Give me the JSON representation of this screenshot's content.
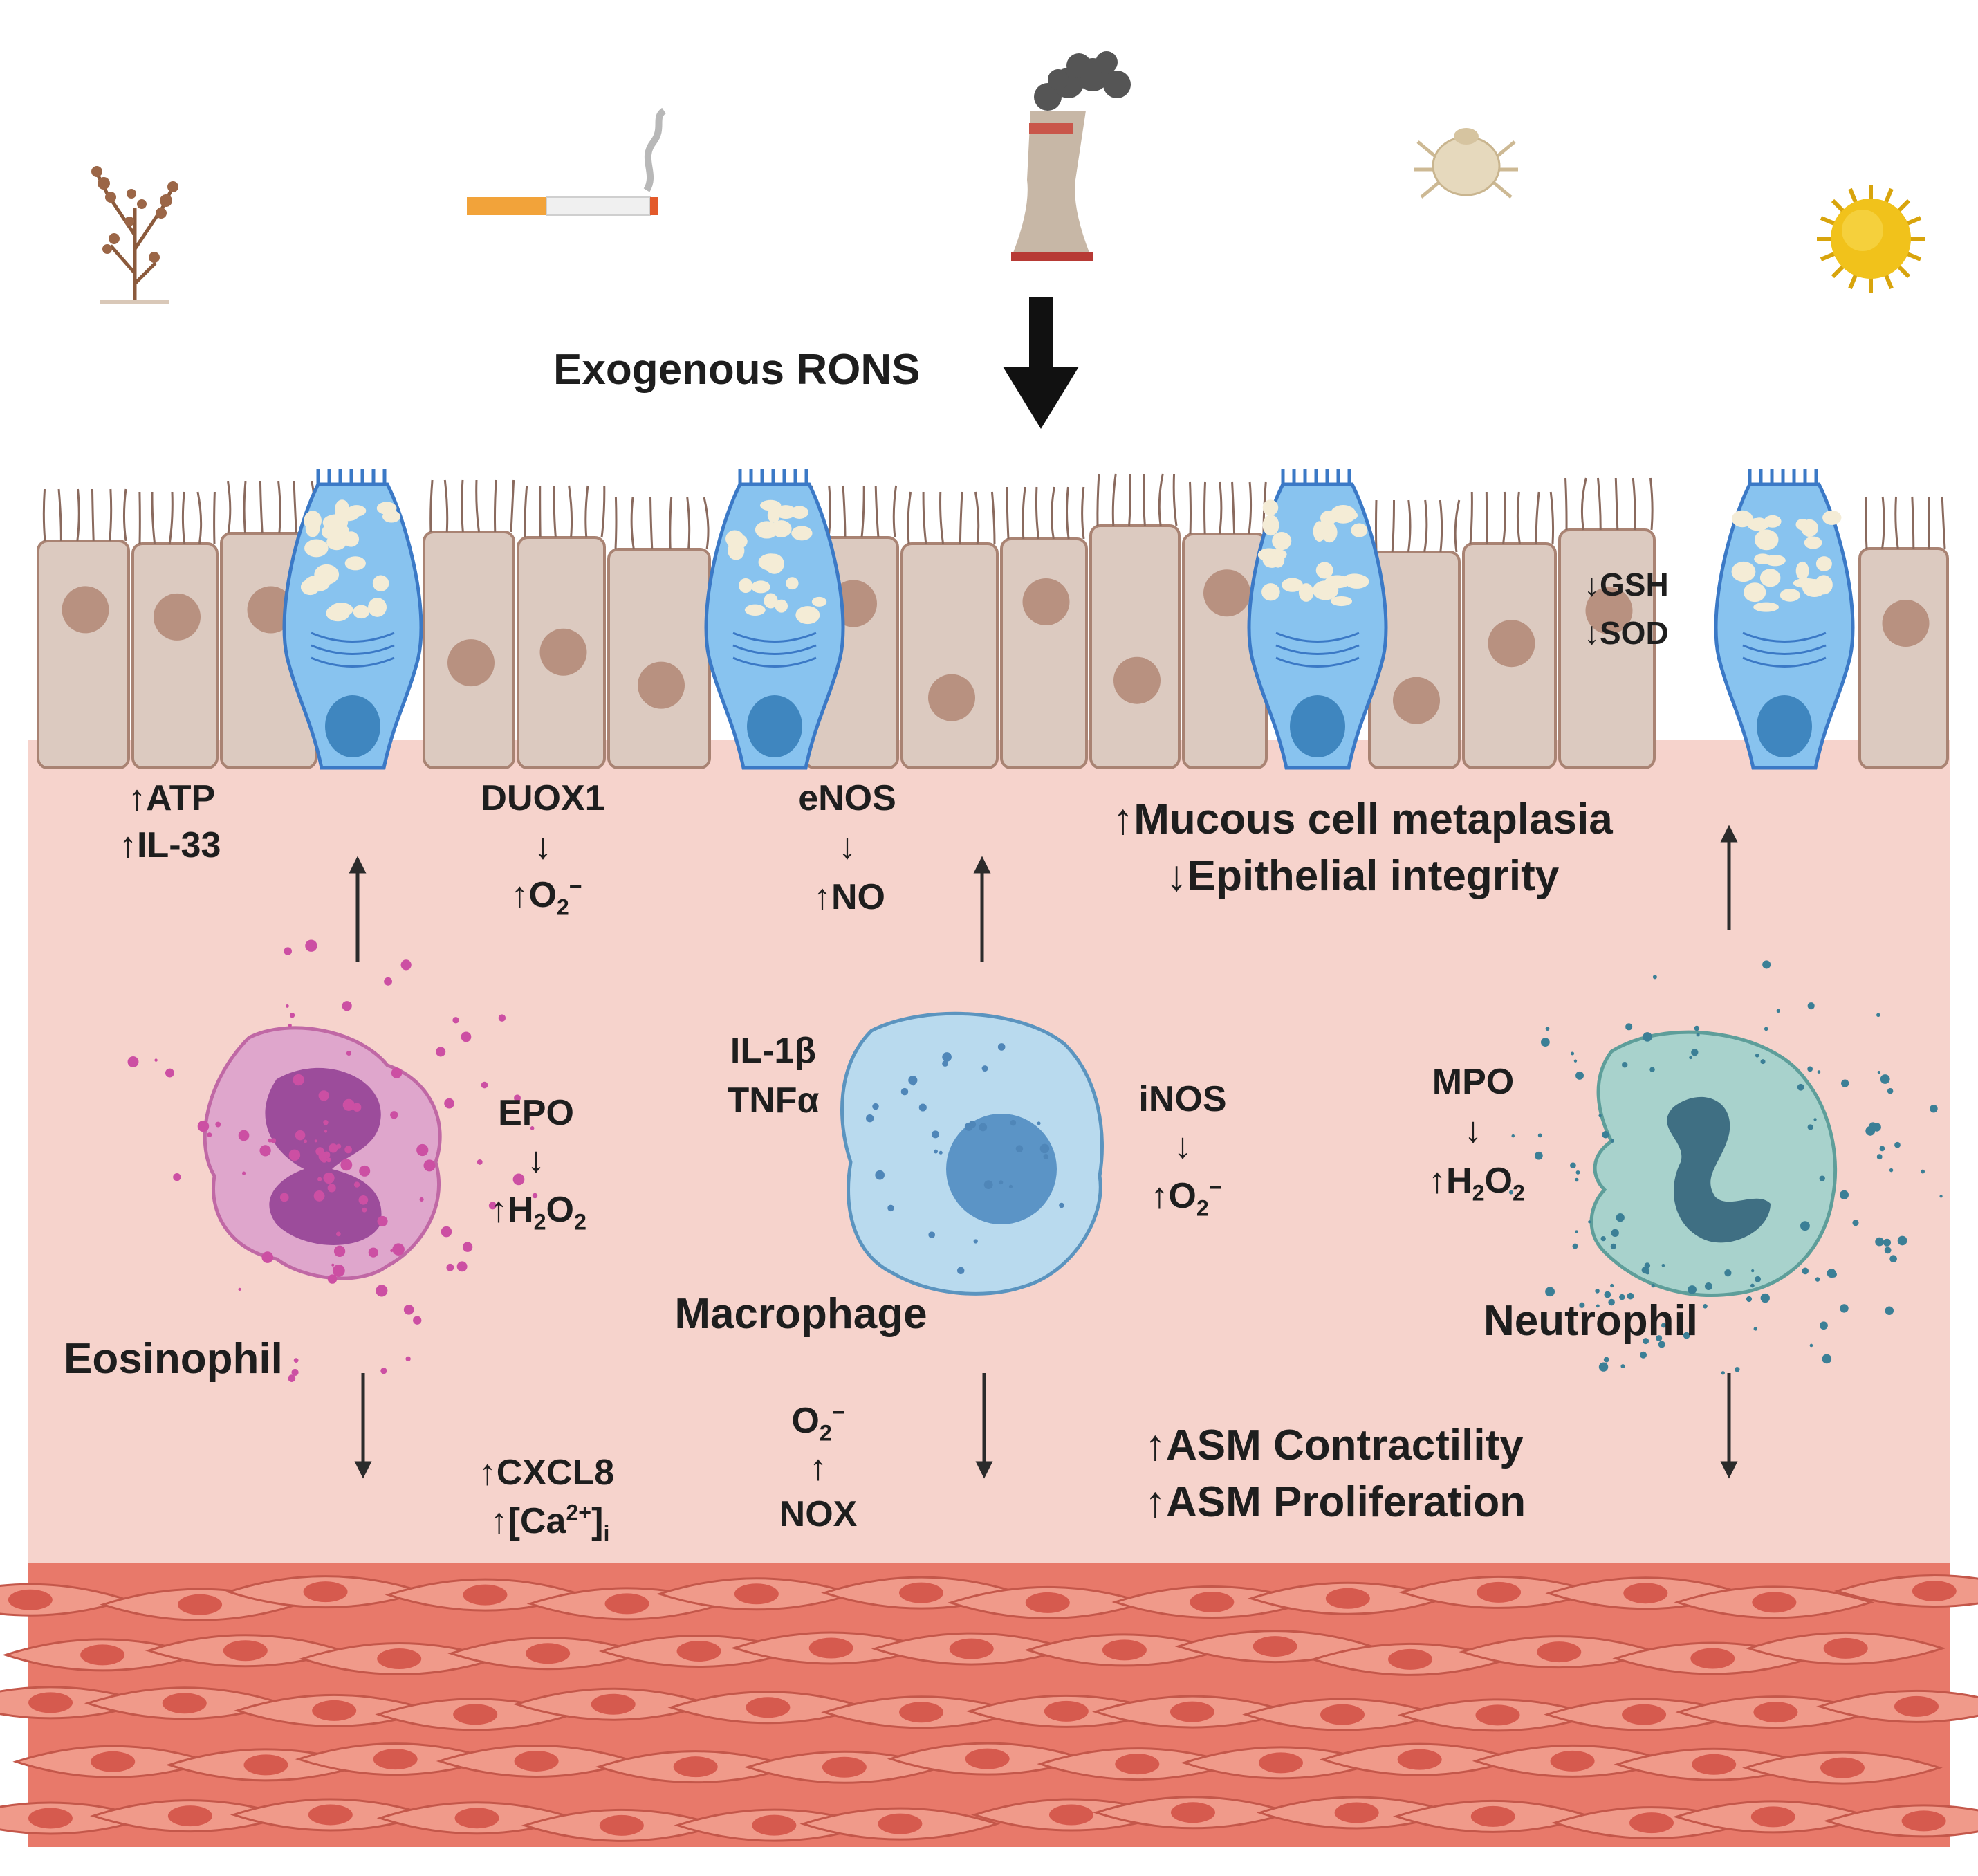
{
  "sources": {
    "items": [
      {
        "icon": "plant-icon"
      },
      {
        "icon": "cigarette-icon"
      },
      {
        "icon": "factory-smokestack-icon"
      },
      {
        "icon": "dust-mite-icon"
      },
      {
        "icon": "pollen-icon"
      }
    ],
    "exogenous_label": "Exogenous RONS"
  },
  "epithelium": {
    "gsh": "↓GSH",
    "sod": "↓SOD",
    "atp": "↑ATP",
    "il33": "↑IL-33",
    "duox1": "DUOX1",
    "duox1_arrow": "↓",
    "o2_up": "↑O",
    "enos": "eNOS",
    "enos_arrow": "↓",
    "no_up": "↑NO",
    "mucous": "↑Mucous cell metaplasia",
    "integrity": "↓Epithelial integrity"
  },
  "cells": {
    "eosinophil": {
      "name": "Eosinophil",
      "enzyme": "EPO",
      "arrow": "↓",
      "product": "↑H"
    },
    "macrophage": {
      "name": "Macrophage",
      "cytokine1": "IL-1β",
      "cytokine2": "TNFα",
      "enzyme": "iNOS",
      "arrow": "↓",
      "product": "↑O"
    },
    "neutrophil": {
      "name": "Neutrophil",
      "enzyme": "MPO",
      "arrow": "↓",
      "product": "↑H"
    }
  },
  "smooth_muscle": {
    "cxcl8": "↑CXCL8",
    "ca": "↑[Ca",
    "o2": "O",
    "nox_arrow": "↑",
    "nox": "NOX",
    "contractility": "↑ASM Contractility",
    "proliferation": "↑ASM Proliferation"
  },
  "colors": {
    "tissue_bg": "#f6d3cc",
    "epithelial_cell": "#dccac0",
    "goblet_cell": "#88c3ef",
    "muscle": "#e8796a",
    "eosinophil": "#dfa6cc",
    "macrophage": "#b9daee",
    "neutrophil": "#a8d2cc"
  }
}
